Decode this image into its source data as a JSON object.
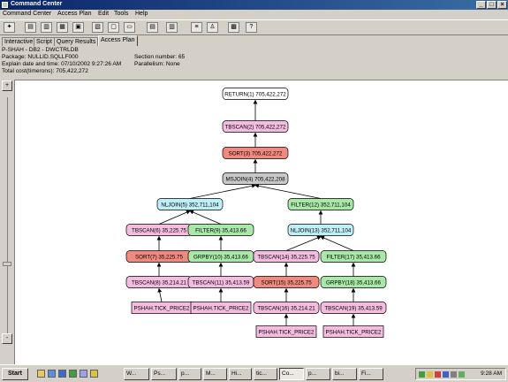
{
  "window": {
    "title": "Command Center"
  },
  "menu": [
    "Command Center",
    "Access Plan",
    "Edit",
    "Tools",
    "Help"
  ],
  "toolbar": {
    "icons": [
      "wizard-icon",
      "script-icon",
      "history-icon",
      "query-results-icon",
      "list-icon",
      "open-icon",
      "save-icon",
      "execute-icon",
      "options-icon",
      "show-sql-icon",
      "details-icon",
      "statistics-icon",
      "tree-icon",
      "help-icon"
    ]
  },
  "tabs": [
    "Interactive",
    "Script",
    "Query Results",
    "Access Plan"
  ],
  "active_tab": "Access Plan",
  "info": {
    "line1": "P-SHAH - DB2 - DWCTRLDB",
    "package": "Package: NULLID.SQLLF000",
    "section": "Section number: 65",
    "explain": "Explain date and time: 07/10/2002 9:27:26 AM",
    "parallelism": "Parallelism: None",
    "total_cost": "Total cost(timerons): 705,422,272"
  },
  "zoom": {
    "zoom_in": "+",
    "zoom_out": "-"
  },
  "colors": {
    "return": "#ffffff",
    "tbscan": "#f4bde0",
    "sort": "#f08a80",
    "msjoin": "#c8c8c8",
    "nljoin": "#bff0f8",
    "filter": "#a8e8a8",
    "grpby": "#a8e8a8",
    "table": "#f4bde0"
  },
  "plan": {
    "nodes": [
      {
        "id": "return1",
        "label": "RETURN(1) 705,422,272",
        "kind": "return"
      },
      {
        "id": "tbscan2",
        "label": "TBSCAN(2) 705,422,272",
        "kind": "tbscan"
      },
      {
        "id": "sort3",
        "label": "SORT(3) 705,422,272",
        "kind": "sort"
      },
      {
        "id": "msjoin4",
        "label": "MSJOIN(4) 705,422,208",
        "kind": "msjoin"
      },
      {
        "id": "nljoin5",
        "label": "NLJOIN(5) 352,711,104",
        "kind": "nljoin"
      },
      {
        "id": "filter12",
        "label": "FILTER(12) 352,711,104",
        "kind": "filter"
      },
      {
        "id": "tbscan6",
        "label": "TBSCAN(6) 35,225.75",
        "kind": "tbscan"
      },
      {
        "id": "filter9",
        "label": "FILTER(9) 35,413.66",
        "kind": "filter"
      },
      {
        "id": "nljoin13",
        "label": "NLJOIN(13) 352,711,104",
        "kind": "nljoin"
      },
      {
        "id": "sort7",
        "label": "SORT(7) 35,225.75",
        "kind": "sort"
      },
      {
        "id": "grpby10",
        "label": "GRPBY(10) 35,413.66",
        "kind": "grpby"
      },
      {
        "id": "tbscan14",
        "label": "TBSCAN(14) 35,225.75",
        "kind": "tbscan"
      },
      {
        "id": "filter17",
        "label": "FILTER(17) 35,413.66",
        "kind": "filter"
      },
      {
        "id": "tbscan8",
        "label": "TBSCAN(8) 35,214.21",
        "kind": "tbscan"
      },
      {
        "id": "tbscan11",
        "label": "TBSCAN(11) 35,413.59",
        "kind": "tbscan"
      },
      {
        "id": "sort15",
        "label": "SORT(15) 35,225.75",
        "kind": "sort"
      },
      {
        "id": "grpby18",
        "label": "GRPBY(18) 35,413.66",
        "kind": "grpby"
      },
      {
        "id": "table_a",
        "label": "PSHAH.TICK_PRICE2",
        "kind": "table"
      },
      {
        "id": "table_b",
        "label": "PSHAH.TICK_PRICE2",
        "kind": "table"
      },
      {
        "id": "tbscan16",
        "label": "TBSCAN(16) 35,214.21",
        "kind": "tbscan"
      },
      {
        "id": "tbscan19",
        "label": "TBSCAN(19) 35,413.59",
        "kind": "tbscan"
      },
      {
        "id": "table_c",
        "label": "PSHAH.TICK_PRICE2",
        "kind": "table"
      },
      {
        "id": "table_d",
        "label": "PSHAH.TICK_PRICE2",
        "kind": "table"
      }
    ],
    "edges": [
      [
        "tbscan2",
        "return1"
      ],
      [
        "sort3",
        "tbscan2"
      ],
      [
        "msjoin4",
        "sort3"
      ],
      [
        "nljoin5",
        "msjoin4"
      ],
      [
        "filter12",
        "msjoin4"
      ],
      [
        "tbscan6",
        "nljoin5"
      ],
      [
        "filter9",
        "nljoin5"
      ],
      [
        "nljoin13",
        "filter12"
      ],
      [
        "sort7",
        "tbscan6"
      ],
      [
        "grpby10",
        "filter9"
      ],
      [
        "tbscan14",
        "nljoin13"
      ],
      [
        "filter17",
        "nljoin13"
      ],
      [
        "tbscan8",
        "sort7"
      ],
      [
        "tbscan11",
        "grpby10"
      ],
      [
        "sort15",
        "tbscan14"
      ],
      [
        "grpby18",
        "filter17"
      ],
      [
        "table_a",
        "tbscan8"
      ],
      [
        "table_b",
        "tbscan11"
      ],
      [
        "tbscan16",
        "sort15"
      ],
      [
        "tbscan19",
        "grpby18"
      ],
      [
        "table_c",
        "tbscan16"
      ],
      [
        "table_d",
        "tbscan19"
      ]
    ]
  },
  "taskbar": {
    "start": "Start",
    "quicklaunch": [
      "explorer-icon",
      "ie-icon",
      "outlook-icon",
      "desktop-icon",
      "media-icon",
      "winamp-icon"
    ],
    "tasks": [
      "W...",
      "Ps...",
      "p...",
      "M...",
      "Hi...",
      "tic...",
      "Co...",
      "p...",
      "bi...",
      "Fi..."
    ],
    "active_task": "Co...",
    "tray_icons": [
      "network-icon",
      "volume-icon",
      "db2-icon",
      "security-icon",
      "printer-icon",
      "messenger-icon"
    ],
    "clock": "9:28 AM"
  }
}
